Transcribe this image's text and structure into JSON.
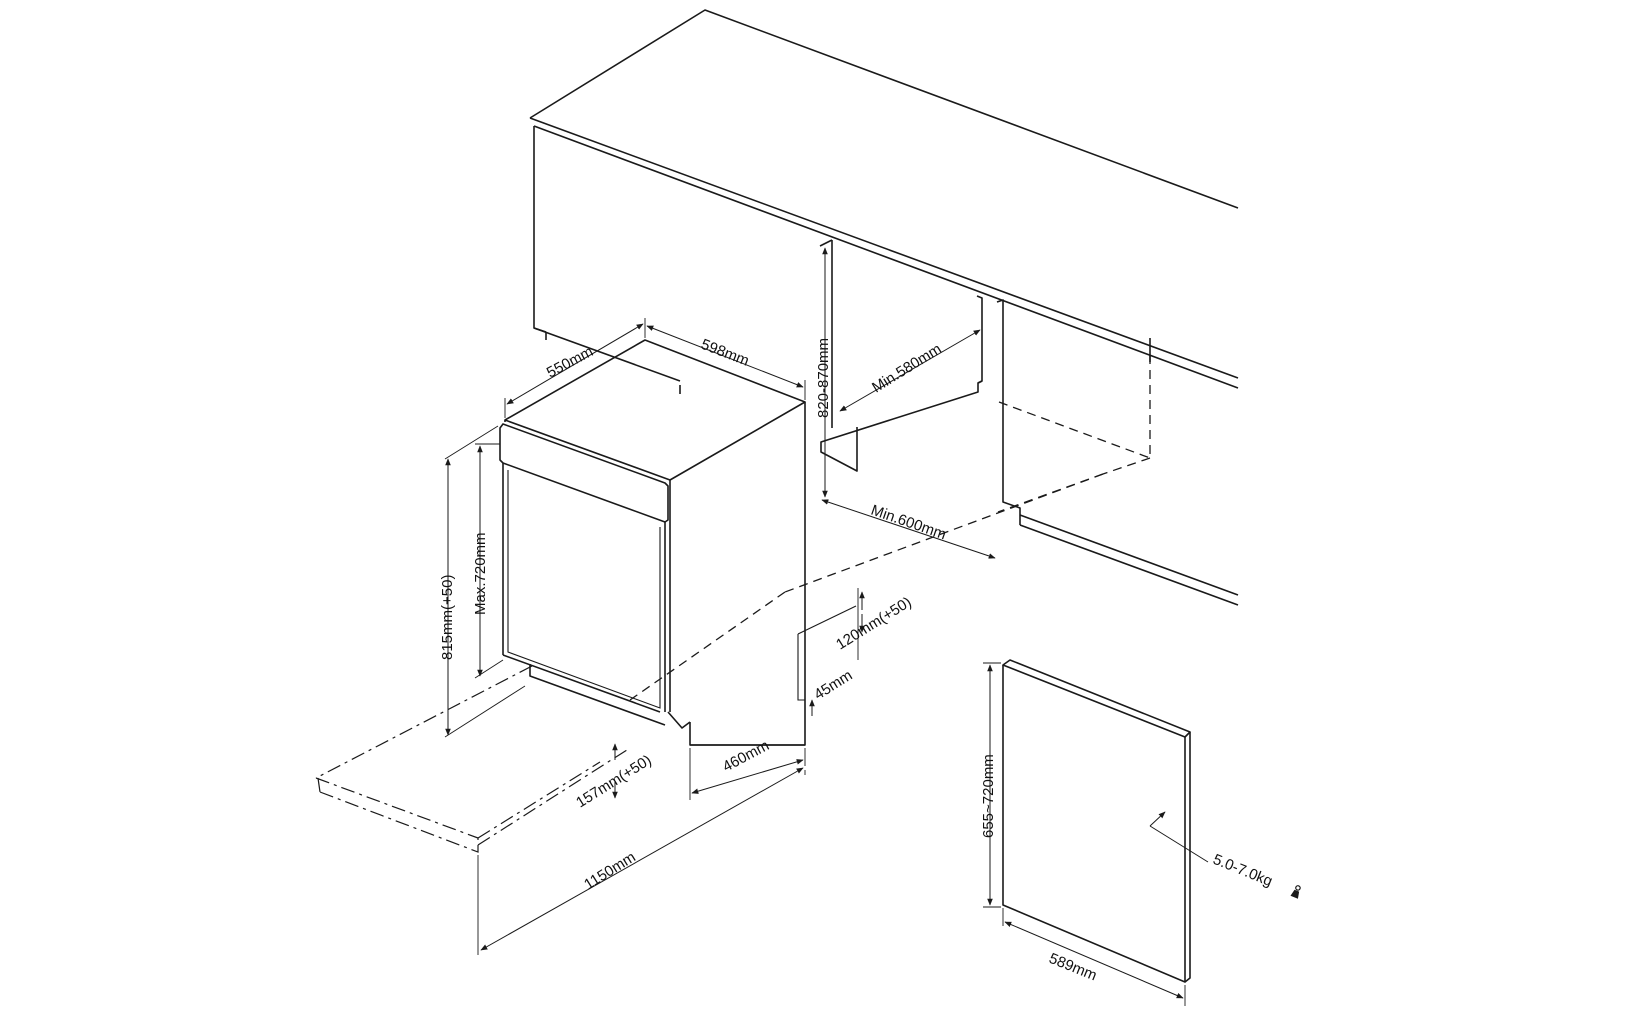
{
  "diagram": {
    "dimensions": {
      "cabinet_width": "598mm",
      "cabinet_depth": "550mm",
      "niche_height": "820-870mm",
      "niche_depth": "Min.580mm",
      "niche_width": "Min.600mm",
      "total_height": "815mm(+50)",
      "door_max_height": "Max.720mm",
      "plinth_height": "120mm(+50)",
      "plinth_gap": "45mm",
      "base_depth": "460mm",
      "foot_height": "157mm(+50)",
      "door_swing_depth": "1150mm",
      "panel_height": "655~720mm",
      "panel_width": "589mm",
      "panel_weight": "5.0-7.0kg"
    },
    "icons": [
      "weight-icon"
    ]
  }
}
